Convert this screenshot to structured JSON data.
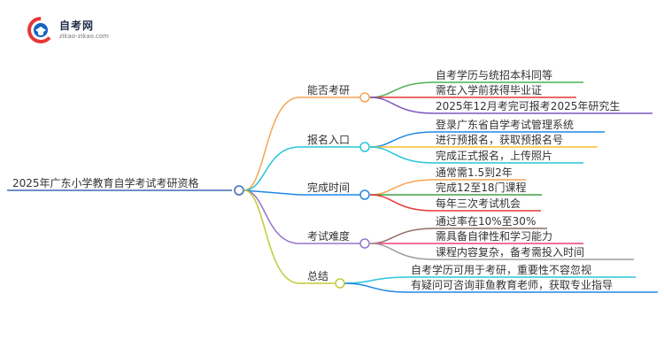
{
  "logo": {
    "title": "自考网",
    "url": "zikao-zikao.com"
  },
  "root": {
    "label": "2025年广东小学教育自学考试考研资格"
  },
  "branches": [
    {
      "label": "能否考研",
      "color": "#f5a454",
      "leaves": [
        {
          "label": "自考学历与统招本科同等",
          "color": "#4caf50"
        },
        {
          "label": "需在入学前获得毕业证",
          "color": "#e53935"
        },
        {
          "label": "2025年12月考完可报考2025年研究生",
          "color": "#7e57c2"
        }
      ]
    },
    {
      "label": "报名入口",
      "color": "#26c6da",
      "leaves": [
        {
          "label": "登录广东省自学考试管理系统",
          "color": "#1e88e5"
        },
        {
          "label": "进行预报名，获取预报名号",
          "color": "#fbc02d"
        },
        {
          "label": "完成正式报名，上传照片",
          "color": "#26c6da"
        }
      ]
    },
    {
      "label": "完成时间",
      "color": "#1e88e5",
      "leaves": [
        {
          "label": "通常需1.5到2年",
          "color": "#f5a454"
        },
        {
          "label": "完成12至18门课程",
          "color": "#43a047"
        },
        {
          "label": "每年三次考试机会",
          "color": "#e53935"
        }
      ]
    },
    {
      "label": "考试难度",
      "color": "#9575cd",
      "leaves": [
        {
          "label": "通过率在10%至30%",
          "color": "#8d6e63"
        },
        {
          "label": "需具备自律性和学习能力",
          "color": "#ec407a"
        },
        {
          "label": "课程内容复杂，备考需投入时间",
          "color": "#9e9e9e"
        }
      ]
    },
    {
      "label": "总结",
      "color": "#c0ca33",
      "leaves": [
        {
          "label": "自考学历可用于考研，重要性不容忽视",
          "color": "#26c6da"
        },
        {
          "label": "有疑问可咨询菲鱼教育老师，获取专业指导",
          "color": "#1e88e5"
        }
      ]
    }
  ]
}
